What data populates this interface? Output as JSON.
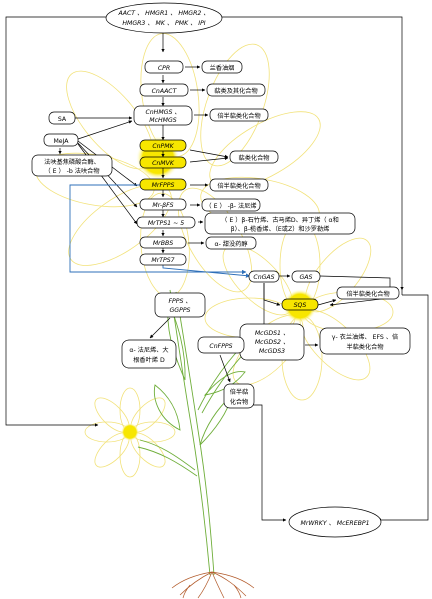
{
  "top_genes": {
    "line1": "AACT 、 HMGR1 、 HMGR2 、",
    "line2": "HMGR3 、 MK 、 PMK 、 IPI"
  },
  "genes": {
    "cpr": "CPR",
    "cnaact": "CnAACT",
    "hmgs1": "CnHMGS 、",
    "hmgs2": "McHMGS",
    "sa": "SA",
    "meja": "MeJA",
    "pmk": "CnPMK",
    "mvk": "CnMVK",
    "fpps": "MrFPPS",
    "bfs": "Mr-βFS",
    "tps": "MrTPS1 ~ 5",
    "bbs": "MrBBS",
    "tps7": "MrTPS7",
    "gas": "CnGAS",
    "gas2": "GAS",
    "sqs": "SQS",
    "gds1": "McGDS1 、",
    "gds2": "McGDS2 、",
    "gds3": "McGDS3",
    "fpps_ggpps1": "FPPS 、",
    "fpps_ggpps2": "GGPPS",
    "cnfpps": "CnFPPS",
    "wrky": "MrWRKY 、 McEREBP1"
  },
  "products": {
    "cpr": "兰香油烟",
    "cnaact": "萜类及其化合物",
    "hmgs": "倍半萜类化合物",
    "sa_meja1": "法呋基焦磷酸合酶、",
    "sa_meja2": "（ E ） -b 法呋合物",
    "mvk": "萜类化合物",
    "fpps": "倍半萜类化合物",
    "bfs": "（ E ） -β- 法尼烯",
    "tps1": "（ E ）β-石竹烯、古马烯D、异丁烯（ α和",
    "tps2": "β）、β-榄香烯、（E或Z）和沙罗勒烯",
    "bbs": "α- 甜没药醇",
    "sqs": "倍半萜类化合物",
    "gds1": "γ- 衣兰油烯、 EFS 、倍",
    "gds2": "半萜类化合物",
    "ggpps1": "α- 法尼烯、大",
    "ggpps2": "根香叶烯 D",
    "cnfpps1": "倍半萜",
    "cnfpps2": "化合物"
  },
  "colors": {
    "highlight": "#f7e600",
    "petal": "#f2e27a",
    "stem": "#6fae3a",
    "root": "#b25a2a",
    "blue_edge": "#2e6fb8"
  }
}
